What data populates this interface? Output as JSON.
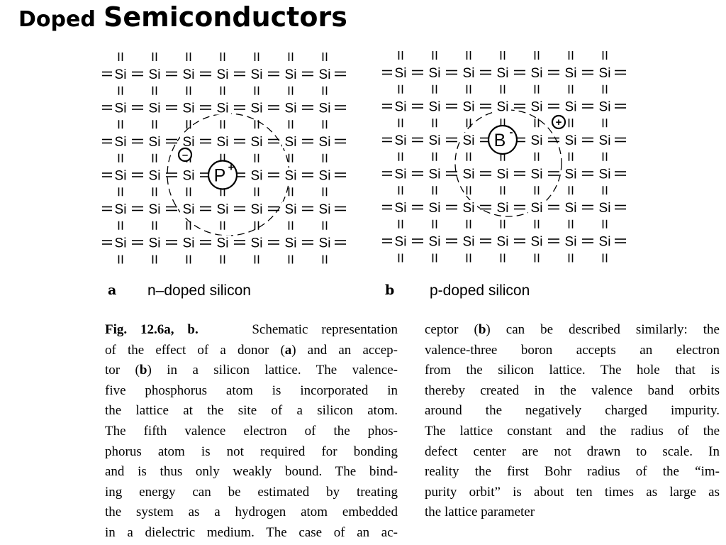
{
  "title": {
    "part1": "Doped",
    "part2": "Semiconductors"
  },
  "lattice": {
    "atom": "Si",
    "rows": 6,
    "cols": 7
  },
  "panel_a": {
    "letter": "a",
    "caption": "n–doped silicon",
    "impurity": "P",
    "impurity_charge": "+",
    "carrier_charge": "–"
  },
  "panel_b": {
    "letter": "b",
    "caption": "p-doped silicon",
    "impurity": "B",
    "impurity_charge": "-",
    "carrier_charge": "+"
  },
  "figure_caption": {
    "label": "Fig. 12.6a, b.",
    "col1": {
      "l1": "Schematic representation",
      "l2a": "of the effect of a donor (",
      "l2b": "a",
      "l2c": ") and an accep-",
      "l3a": "tor (",
      "l3b": "b",
      "l3c": ") in a silicon lattice. The valence-",
      "l4": "five phosphorus atom is incorporated in",
      "l5": "the lattice at the site of a silicon atom.",
      "l6": "The fifth valence electron of the phos-",
      "l7": "phorus atom is not required for bonding",
      "l8": "and is thus only weakly bound. The bind-",
      "l9": "ing energy can be estimated by treating",
      "l10": "the system as a hydrogen atom embedded",
      "l11": "in a dielectric medium. The case of an ac-"
    },
    "col2": {
      "l1a": "ceptor (",
      "l1b": "b",
      "l1c": ") can be described similarly: the",
      "l2": "valence-three boron accepts an electron",
      "l3": "from the silicon lattice. The hole that is",
      "l4": "thereby created in the valence band orbits",
      "l5": "around the negatively charged impurity.",
      "l6": "The lattice constant and the radius of the",
      "l7": "defect center are not drawn to scale. In",
      "l8": "reality the first Bohr radius of the “im-",
      "l9": "purity orbit” is about ten times as large as",
      "l10": "the lattice parameter"
    }
  }
}
